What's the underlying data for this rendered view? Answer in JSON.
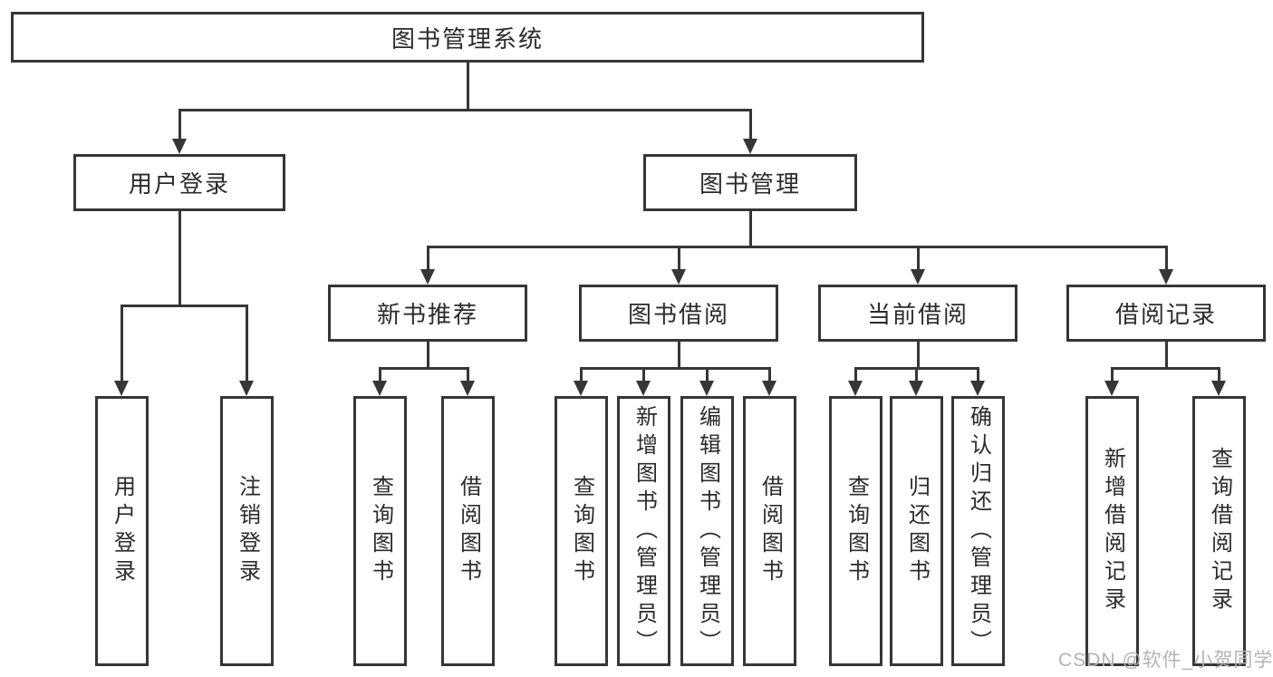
{
  "colors": {
    "line": "#363636",
    "box_background": "#ffffff",
    "text": "#2b2b2b",
    "watermark": "#b3b3b3"
  },
  "watermark": {
    "text": "CSDN @软件_小贺同学"
  },
  "tree": {
    "label": "图书管理系统",
    "children": [
      {
        "label": "用户登录",
        "children": [
          {
            "label": "用户登录"
          },
          {
            "label": "注销登录"
          }
        ]
      },
      {
        "label": "图书管理",
        "children": [
          {
            "label": "新书推荐",
            "children": [
              {
                "label": "查询图书"
              },
              {
                "label": "借阅图书"
              }
            ]
          },
          {
            "label": "图书借阅",
            "children": [
              {
                "label": "查询图书"
              },
              {
                "label": "新增图书（管理员）"
              },
              {
                "label": "编辑图书（管理员）"
              },
              {
                "label": "借阅图书"
              }
            ]
          },
          {
            "label": "当前借阅",
            "children": [
              {
                "label": "查询图书"
              },
              {
                "label": "归还图书"
              },
              {
                "label": "确认归还（管理员）"
              }
            ]
          },
          {
            "label": "借阅记录",
            "children": [
              {
                "label": "新增借阅记录"
              },
              {
                "label": "查询借阅记录"
              }
            ]
          }
        ]
      }
    ]
  }
}
